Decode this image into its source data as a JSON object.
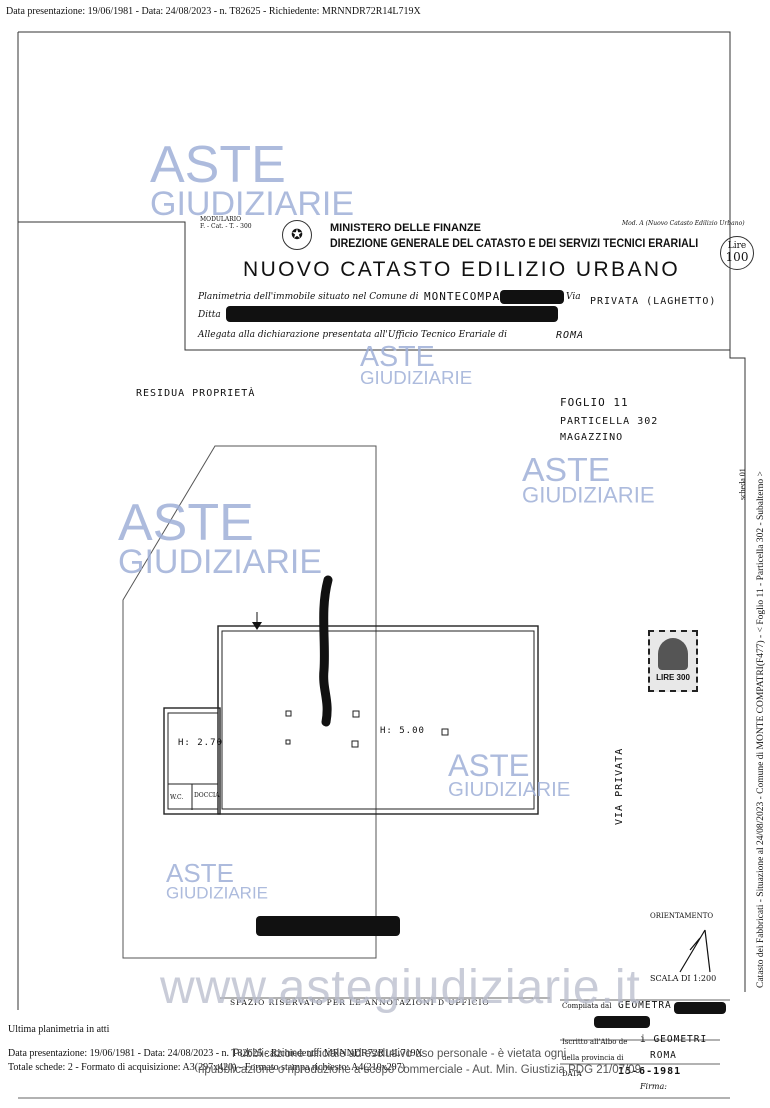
{
  "header": {
    "top_line": "Data presentazione: 19/06/1981 - Data: 24/08/2023 - n. T82625 - Richiedente: MRNNDR72R14L719X"
  },
  "form": {
    "modello_label": "MODULARIO",
    "modello_sub": "F. - Cat. - T. - 300",
    "ministero": "MINISTERO DELLE FINANZE",
    "direzione": "DIREZIONE GENERALE DEL CATASTO E DEI SERVIZI TECNICI ERARIALI",
    "catasto_title": "NUOVO CATASTO EDILIZIO URBANO",
    "mod_label": "Mod. A (Nuovo Catasto Edilizio Urbano)",
    "lire_label": "Lire",
    "lire_value": "100",
    "line1_label": "Planimetria dell'immobile situato nel Comune di",
    "comune_value": "MONTECOMPATRI",
    "via_label": "Via",
    "via_value": "PRIVATA (LAGHETTO)",
    "line2_label": "Ditta",
    "line3_label": "Allegata alla dichiarazione presentata all'Ufficio Tecnico Erariale di",
    "ufficio_value": "ROMA"
  },
  "plan": {
    "residua": "RESIDUA PROPRIETÀ",
    "foglio": "FOGLIO 11",
    "particella": "PARTICELLA 302",
    "destinazione": "MAGAZZINO",
    "room_small_height": "H: 2.70",
    "room_main_height": "H: 5.00",
    "wc_label": "W.C.",
    "doccia_label": "DOCCIA",
    "via_privata": "VIA PRIVATA",
    "orientamento_label": "ORIENTAMENTO",
    "scala_label": "SCALA DI 1:200",
    "spazio_riservato": "SPAZIO RISERVATO PER LE ANNOTAZIONI D'UFFICIO",
    "compilata_label": "Compilata dal",
    "compilata_value": "GEOMETRA",
    "iscritto_label": "Iscritto all'Albo de",
    "iscritto_value": "i GEOMETRI",
    "provincia_label": "della provincia di",
    "provincia_value": "ROMA",
    "data_label": "DATA",
    "data_value": "15-6-1981",
    "firma_label": "Firma:"
  },
  "stamp": {
    "value": "LIRE 300"
  },
  "watermark": {
    "aste": "ASTE",
    "giudiziarie": "GIUDIZIARIE",
    "url": "www.astegiudiziarie.it",
    "notice_1": "Pubblicazione ufficiale ad esclusivo uso personale - è vietata ogni",
    "notice_2": "ripubblicazione o riproduzione a scopo commerciale - Aut. Min. Giustizia PDG 21/07/09"
  },
  "footer": {
    "ultima": "Ultima planimetria in atti",
    "line1": "Data presentazione: 19/06/1981 - Data: 24/08/2023 - n. T82625 - Richiedente: MRNNDR72R14L719X",
    "line2": "Totale schede: 2 - Formato di acquisizione: A3(297x420) - Formato stampa richiesto: A4(210x297)"
  },
  "side": {
    "vertical_text": "Catasto dei Fabbricati - Situazione al 24/08/2023 - Comune di MONTE COMPATRI(F477) - < Foglio 11 - Particella 302 - Subalterno >",
    "scheda": "scheda 01"
  },
  "colors": {
    "watermark": "#9fb0d8",
    "ink": "#111111"
  }
}
